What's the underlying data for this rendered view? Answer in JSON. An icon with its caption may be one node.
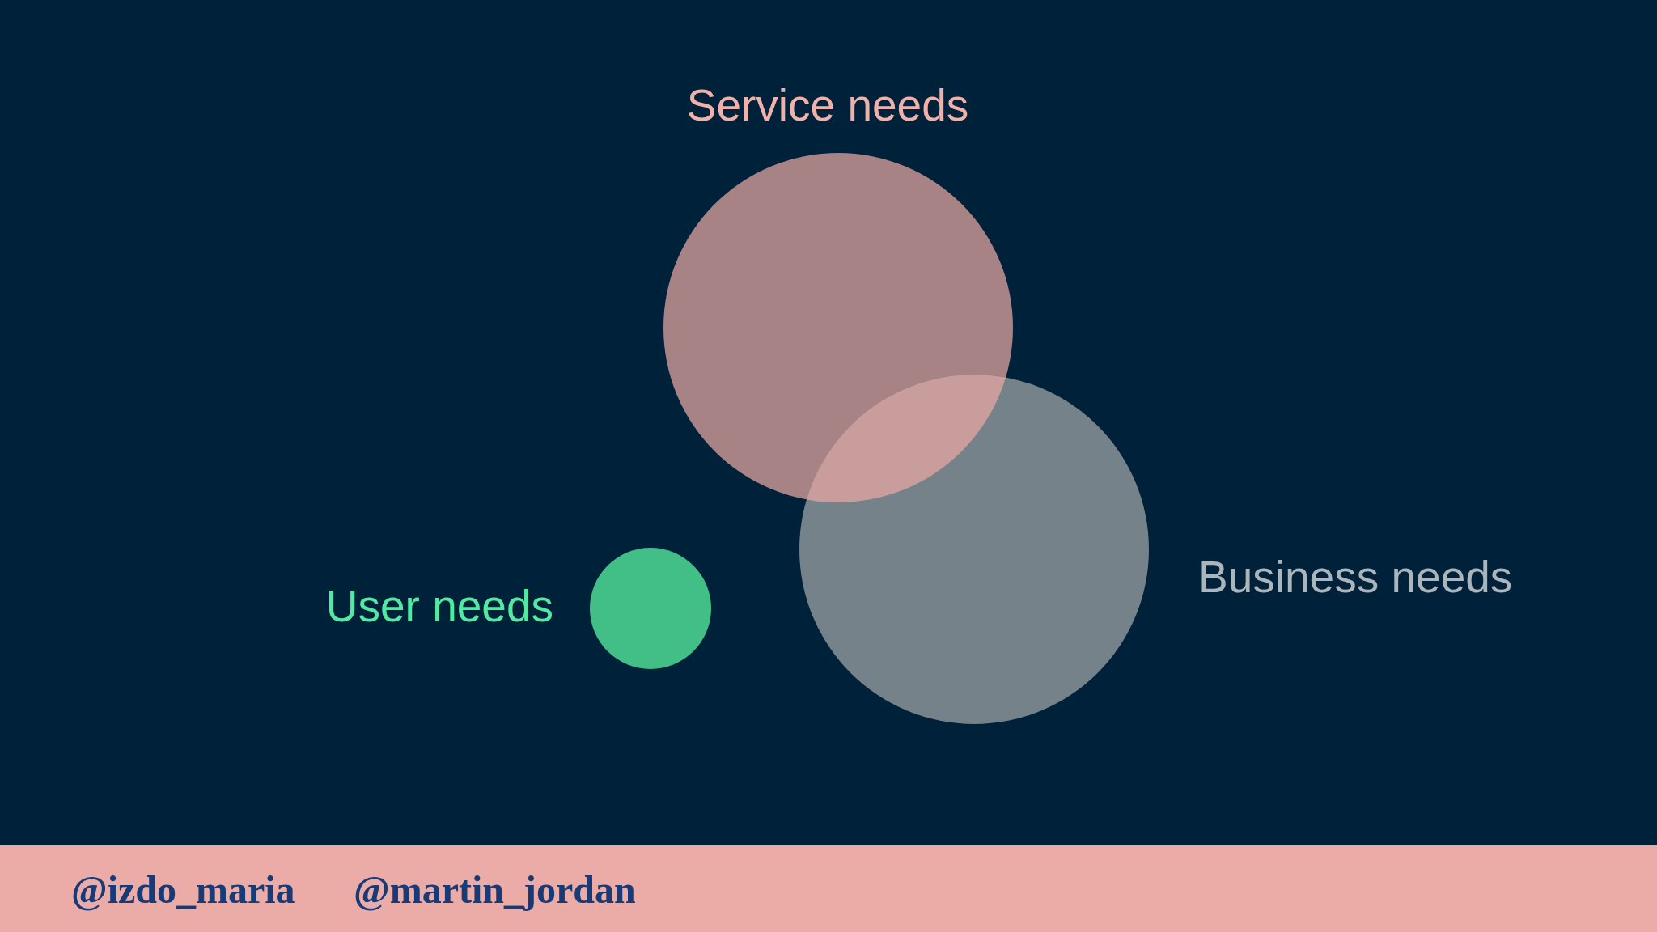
{
  "diagram": {
    "nodes": [
      {
        "text": [
          "Service needs"
        ]
      },
      {
        "text": [
          "Business needs"
        ]
      },
      {
        "text": [
          "User needs"
        ]
      }
    ],
    "labels": [
      "@izdo_maria",
      "@martin_jordan"
    ]
  }
}
